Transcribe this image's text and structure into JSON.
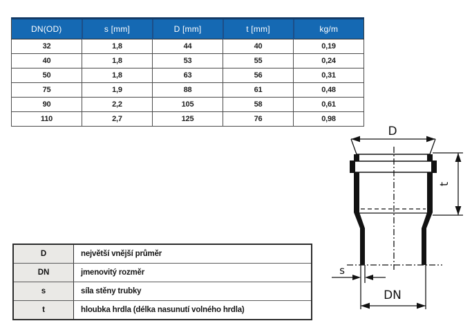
{
  "dim_table": {
    "headers": [
      "DN(OD)",
      "s [mm]",
      "D [mm]",
      "t [mm]",
      "kg/m"
    ],
    "rows": [
      [
        "32",
        "1,8",
        "44",
        "40",
        "0,19"
      ],
      [
        "40",
        "1,8",
        "53",
        "55",
        "0,24"
      ],
      [
        "50",
        "1,8",
        "63",
        "56",
        "0,31"
      ],
      [
        "75",
        "1,9",
        "88",
        "61",
        "0,48"
      ],
      [
        "90",
        "2,2",
        "105",
        "58",
        "0,61"
      ],
      [
        "110",
        "2,7",
        "125",
        "76",
        "0,98"
      ]
    ]
  },
  "legend_table": {
    "rows": [
      {
        "symbol": "D",
        "description": "největší vnější průměr"
      },
      {
        "symbol": "DN",
        "description": "jmenovitý rozměr"
      },
      {
        "symbol": "s",
        "description": "síla stěny trubky"
      },
      {
        "symbol": "t",
        "description": "hloubka hrdla (délka nasunutí volného hrdla)"
      }
    ]
  },
  "diagram": {
    "labels": {
      "d": "D",
      "t": "t",
      "s": "s",
      "dn": "DN"
    }
  },
  "colors": {
    "header_bg": "#1569b3",
    "header_top_border": "#123a66",
    "header_text": "#ffffff",
    "legend_symbol_bg": "#eae9e6",
    "line": "#121212"
  }
}
